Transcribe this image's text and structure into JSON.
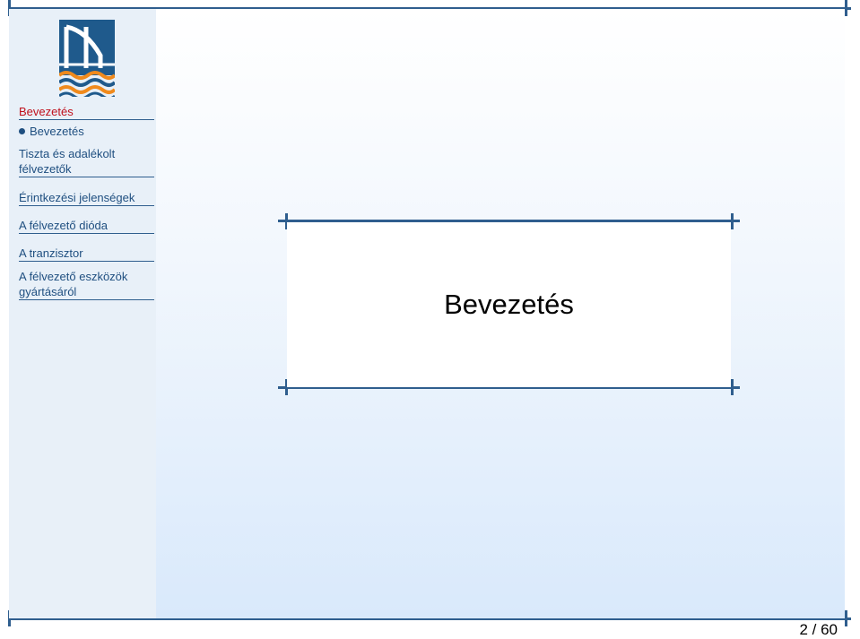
{
  "sidebar": {
    "sections": [
      {
        "label": "Bevezetés",
        "active": true
      },
      {
        "label": "Érintkezési jelenségek",
        "active": false
      },
      {
        "label": "A félvezető dióda",
        "active": false
      },
      {
        "label": "A tranzisztor",
        "active": false
      },
      {
        "label": "A félvezető eszközök gyártásáról",
        "active": false
      }
    ],
    "subsections": [
      {
        "label": "Bevezetés",
        "current": true
      },
      {
        "label": "Tiszta és adalékolt félvezetők",
        "current": false
      }
    ]
  },
  "slide": {
    "title": "Bevezetés"
  },
  "footer": {
    "page_counter": "2 / 60"
  },
  "colors": {
    "frame": "#2f5e8e",
    "active_section": "#c0101c",
    "nav_text": "#1f4f80"
  },
  "icons": {
    "logo": "bridge-logo-icon",
    "bullet": "bullet-icon"
  }
}
